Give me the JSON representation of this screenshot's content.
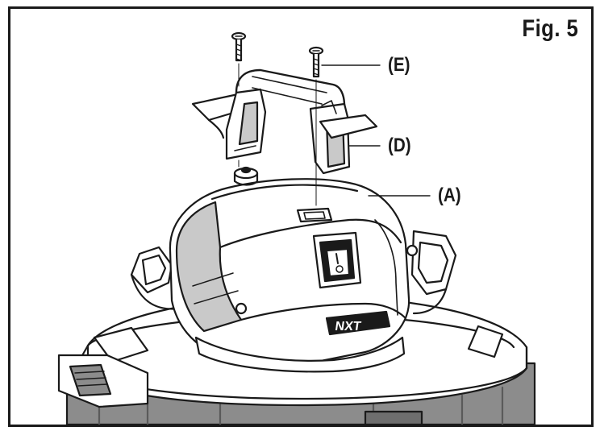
{
  "figure": {
    "title": "Fig. 5"
  },
  "callouts": {
    "e": "(E)",
    "d": "(D)",
    "a": "(A)"
  },
  "logo_text": "NXT",
  "colors": {
    "ink": "#1a1a1a",
    "shade": "#8c8c8c",
    "light_shade": "#c9c9c9",
    "paper": "#ffffff"
  }
}
